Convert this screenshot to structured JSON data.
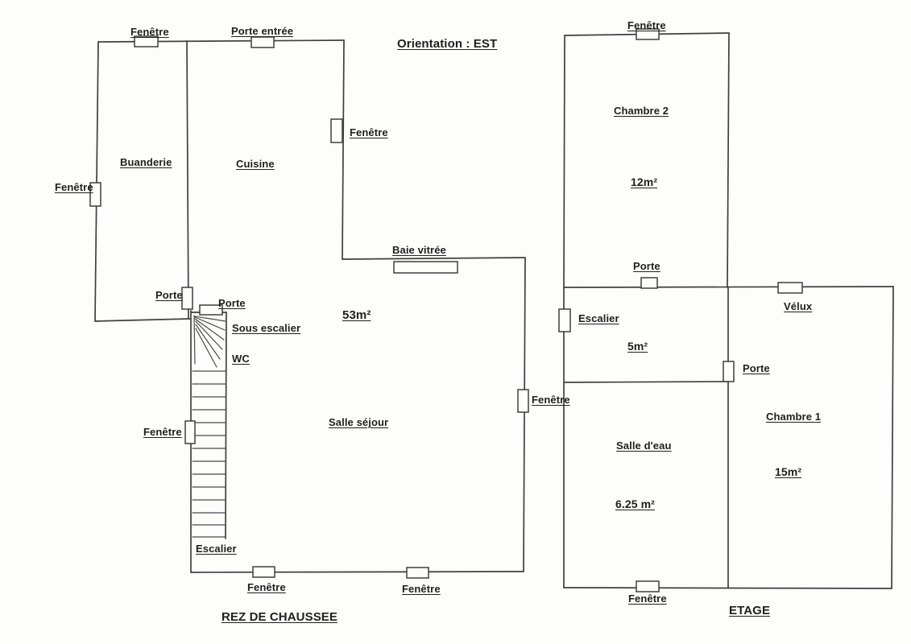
{
  "orientation_label": "Orientation : EST",
  "colors": {
    "ink": "#3f3f3f",
    "text": "#1f1f1f",
    "background": "#fdfdfc"
  },
  "gf": {
    "title": "REZ DE CHAUSSEE",
    "buanderie": "Buanderie",
    "cuisine": "Cuisine",
    "salle_sejour": "Salle séjour",
    "wc": "WC",
    "sous_escalier": "Sous escalier",
    "escalier": "Escalier",
    "area": "53m²",
    "fenetre_top": "Fenêtre",
    "porte_entree": "Porte entrée",
    "fenetre_left": "Fenêtre",
    "fenetre_cuisine": "Fenêtre",
    "baie_vitree": "Baie vitrée",
    "porte_buanderie": "Porte",
    "porte_wc": "Porte",
    "fenetre_sejour_left": "Fenêtre",
    "fenetre_sejour_right": "Fenêtre",
    "fenetre_bottom_left": "Fenêtre",
    "fenetre_bottom_right": "Fenêtre"
  },
  "uf": {
    "title": "ETAGE",
    "chambre2": "Chambre 2",
    "chambre2_area": "12m²",
    "chambre1": "Chambre 1",
    "chambre1_area": "15m²",
    "salle_eau": "Salle d'eau",
    "salle_eau_area": "6.25 m²",
    "escalier": "Escalier",
    "palier_area": "5m²",
    "fenetre_top": "Fenêtre",
    "porte_chambre2": "Porte",
    "velux": "Vélux",
    "porte_chambre1": "Porte",
    "fenetre_bottom": "Fenêtre"
  }
}
